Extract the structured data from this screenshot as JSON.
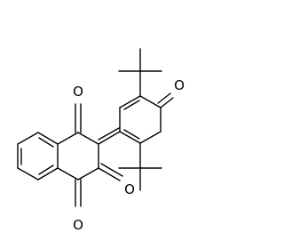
{
  "diagram": {
    "type": "chemical-structure",
    "atoms": [
      {
        "id": "o_top_quinone",
        "element": "O",
        "label": "O"
      },
      {
        "id": "o_mid_quinone",
        "element": "O",
        "label": "O"
      },
      {
        "id": "o_bottom_quinone",
        "element": "O",
        "label": "O"
      },
      {
        "id": "o_cyclohexadienone",
        "element": "O",
        "label": "O"
      }
    ]
  }
}
